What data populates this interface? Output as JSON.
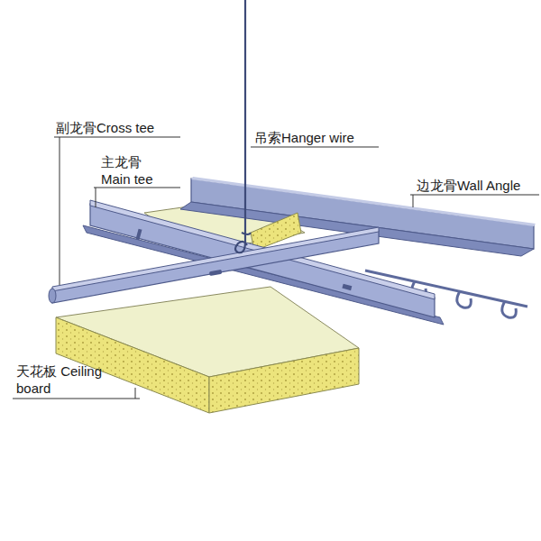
{
  "diagram": {
    "labels": [
      "副龙骨Cross tee",
      "吊索Hanger wire",
      "主龙骨 Main tee",
      "边龙骨Wall Angle",
      "天花板 Ceiling board"
    ]
  }
}
